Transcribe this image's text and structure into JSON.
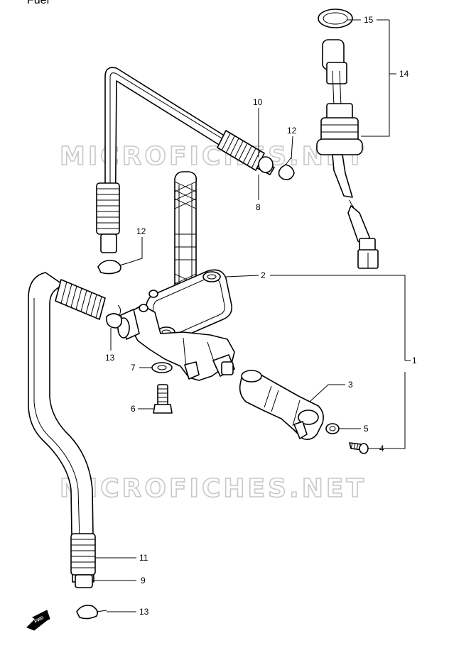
{
  "header": {
    "title_fragment": "Fuel"
  },
  "watermarks": [
    "MICROFICHES.NET",
    "MICROFICHES.NET"
  ],
  "fwd_label": "FWD",
  "callouts": {
    "c1": "1",
    "c2": "2",
    "c3": "3",
    "c4": "4",
    "c5": "5",
    "c6": "6",
    "c7": "7",
    "c8": "8",
    "c9": "9",
    "c10": "10",
    "c11": "11",
    "c12a": "12",
    "c12b": "12",
    "c13a": "13",
    "c13b": "13",
    "c14": "14",
    "c15": "15"
  }
}
